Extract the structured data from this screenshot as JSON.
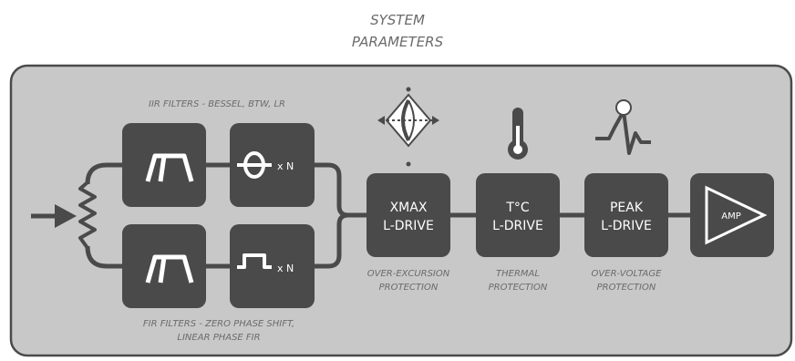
{
  "title": {
    "line1": "SYSTEM",
    "line2": "PARAMETERS"
  },
  "filters": {
    "iir_label": "IIR FILTERS - BESSEL, BTW, LR",
    "fir_label_line1": "FIR FILTERS - ZERO PHASE SHIFT,",
    "fir_label_line2": "LINEAR PHASE FIR",
    "iir_multiplier": "x N",
    "fir_multiplier": "x N"
  },
  "blocks": {
    "xmax": {
      "line1": "XMAX",
      "line2": "L-DRIVE",
      "caption_line1": "OVER-EXCURSION",
      "caption_line2": "PROTECTION"
    },
    "thermal": {
      "line1": "T°C",
      "line2": "L-DRIVE",
      "caption_line1": "THERMAL",
      "caption_line2": "PROTECTION"
    },
    "peak": {
      "line1": "PEAK",
      "line2": "L-DRIVE",
      "caption_line1": "OVER-VOLTAGE",
      "caption_line2": "PROTECTION"
    },
    "amp": {
      "label": "AMP"
    }
  },
  "icons": {
    "excursion": "speaker-excursion-icon",
    "thermometer": "thermometer-icon",
    "peak": "voltage-peak-icon",
    "input_arrow": "input-arrow-icon",
    "lowpass_iir": "lowpass-filter-icon",
    "bandpass_iir": "peaking-filter-icon",
    "lowpass_fir": "lowpass-filter-icon",
    "bandpass_fir": "fir-filter-icon"
  },
  "colors": {
    "panel_fill": "#c8c8c8",
    "panel_stroke": "#4a4a4a",
    "block_fill": "#4a4a4a",
    "text_white": "#ffffff",
    "label_gray": "#6b6b6b"
  }
}
